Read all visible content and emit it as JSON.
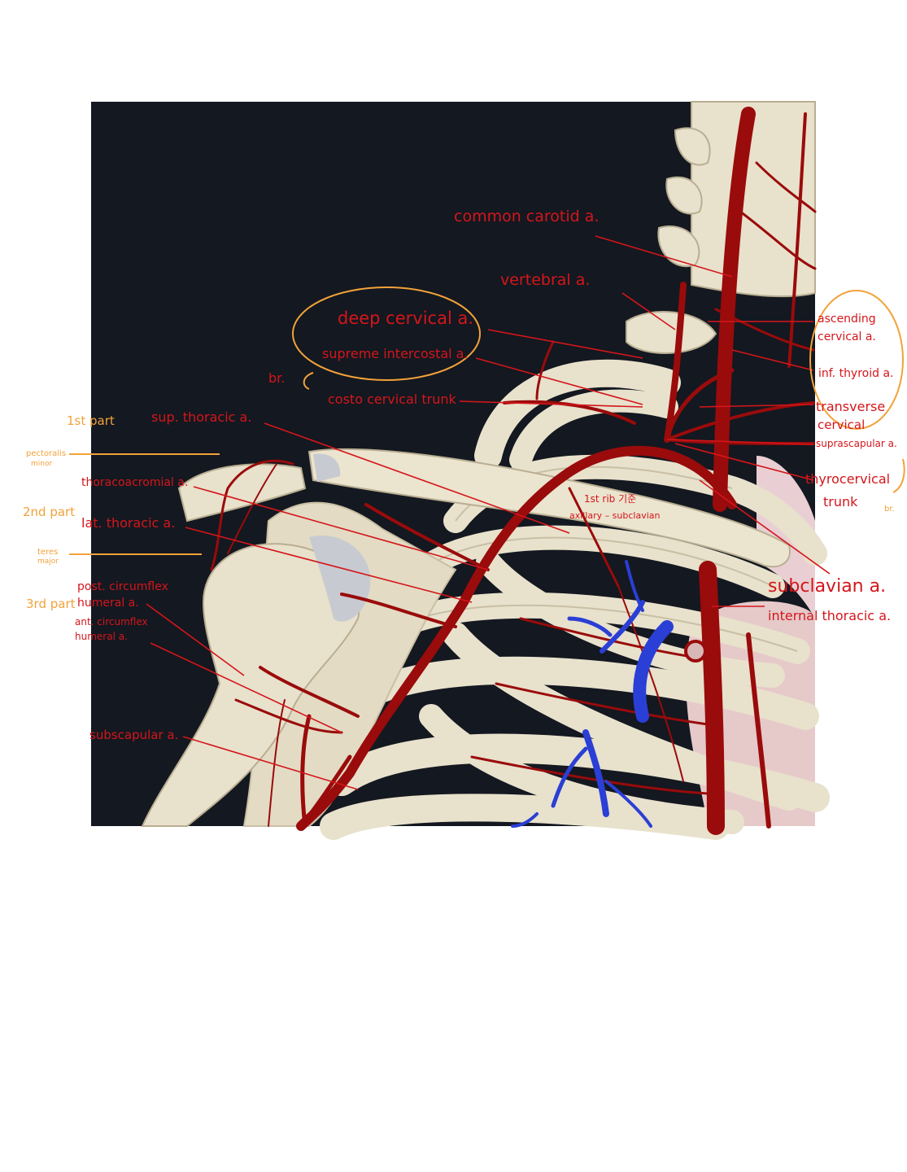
{
  "labels_red": {
    "common_carotid": "common carotid a.",
    "vertebral": "vertebral a.",
    "deep_cervical": "deep cervical a.",
    "supreme_intercostal": "supreme intercostal a.",
    "br": "br.",
    "costo_cervical": "costo cervical trunk",
    "sup_thoracic": "sup. thoracic a.",
    "thoracoacromial": "thoracoacromial a.",
    "lat_thoracic": "lat. thoracic a.",
    "post_circumflex_1": "post. circumflex",
    "post_circumflex_2": "humeral a.",
    "ant_circumflex_1": "ant. circumflex",
    "ant_circumflex_2": "humeral a.",
    "subscapular": "subscapular a.",
    "ascending_cervical_1": "ascending",
    "ascending_cervical_2": "cervical a.",
    "inf_thyroid": "inf. thyroid a.",
    "transverse_cervical_1": "transverse",
    "transverse_cervical_2": "cervical",
    "suprascapular": "suprascapular a.",
    "thyrocervical_1": "thyrocervical",
    "thyrocervical_2": "trunk",
    "first_rib_1": "1st rib 기준",
    "first_rib_2": "axillary – subclavian",
    "subclavian": "subclavian a.",
    "internal_thoracic": "internal thoracic a."
  },
  "labels_orange": {
    "first_part": "1st part",
    "pectoralis_minor_1": "pectoralis",
    "pectoralis_minor_2": "minor",
    "second_part": "2nd part",
    "teres_major_1": "teres",
    "teres_major_2": "major",
    "third_part": "3rd part",
    "br_right": "br."
  },
  "colors": {
    "background": "#ffffff",
    "panel": "#141820",
    "bone": "#e8e1cc",
    "bone_shade": "#c9bfa4",
    "artery": "#9a0b0b",
    "vein": "#2a3fd6",
    "annotation_red": "#d4161b",
    "annotation_orange": "#f2a23a",
    "heart": "#e6c9c9",
    "cartilage": "#c7cbd1"
  }
}
